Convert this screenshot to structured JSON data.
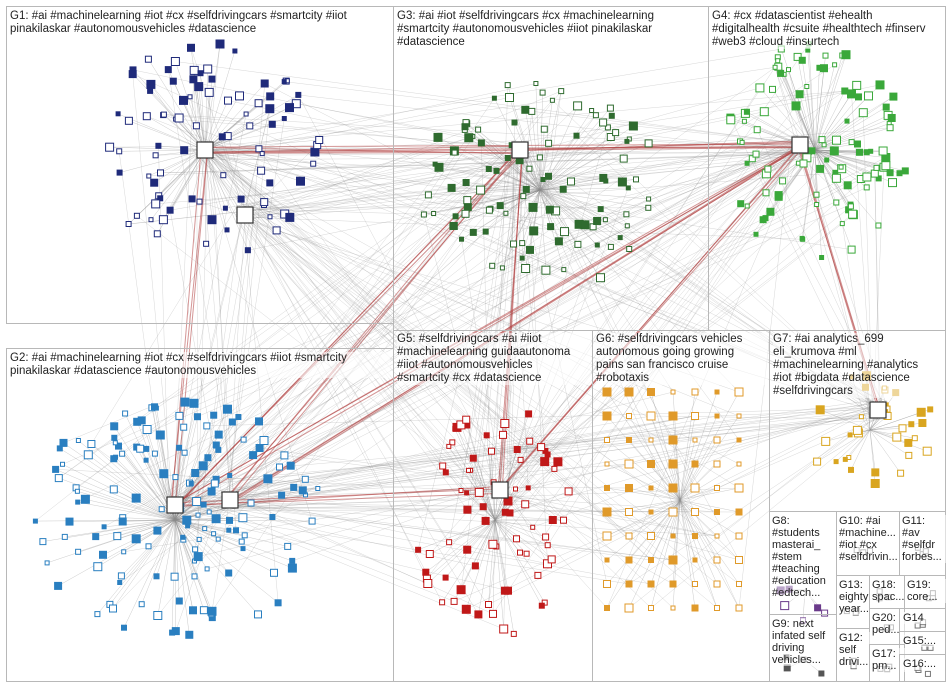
{
  "colors": {
    "edge": "#8c8c8c",
    "edge_highlight": "#b04040",
    "G1": "#1f2a7a",
    "G2": "#2a7fc0",
    "G3": "#2f6b2f",
    "G4": "#3aa83a",
    "G5": "#c01818",
    "G6": "#e09a2a",
    "G7": "#d9a520",
    "G8": "#6a3a8a",
    "G9": "#555555",
    "small": "#777777"
  },
  "groups": [
    {
      "id": "G1",
      "label": "G1: #ai #machinelearning #iot #cx #selfdrivingcars #smartcity #iiot\npinakilaskar #autonomousvehicles #datascience"
    },
    {
      "id": "G2",
      "label": "G2: #ai #machinelearning #iot #cx #selfdrivingcars #iiot #smartcity\npinakilaskar #datascience #autonomousvehicles"
    },
    {
      "id": "G3",
      "label": "G3: #ai #iot #selfdrivingcars #cx #machinelearning\n#smartcity #autonomousvehicles #iiot pinakilaskar\n#datascience"
    },
    {
      "id": "G4",
      "label": "G4: #cx #datascientist #ehealth\n#digitalhealth #csuite #healthtech #finserv\n#web3 #cloud #insurtech"
    },
    {
      "id": "G5",
      "label": "G5: #selfdrivingcars #ai #iiot\n#machinelearning guidaautonoma\n#iiot #autonomousvehicles\n#smartcity #cx #datascience"
    },
    {
      "id": "G6",
      "label": "G6: #selfdrivingcars vehicles\nautonomous going growing\npains san francisco cruise\n#robotaxis"
    },
    {
      "id": "G7",
      "label": "G7: #ai analytics_699\neli_krumova #ml\n#machinelearning #analytics\n#iot #bigdata #datascience\n#selfdrivingcars"
    },
    {
      "id": "G8",
      "label": "G8:\n#students\nmasterai_\n#stem\n#teaching\n#education\n#edtech..."
    },
    {
      "id": "G9",
      "label": "G9: next\ninfated self\ndriving\nvehicles..."
    },
    {
      "id": "G10",
      "label": "G10: #ai\n#machine...\n#iot #cx\n#selfdrivin..."
    },
    {
      "id": "G11",
      "label": "G11:\n#av\n#selfdr\nforbes..."
    },
    {
      "id": "G12",
      "label": "G12:\nself\ndrivi..."
    },
    {
      "id": "G13",
      "label": "G13:\neighty\nyear..."
    },
    {
      "id": "G14",
      "label": "G14"
    },
    {
      "id": "G15",
      "label": "G15:..."
    },
    {
      "id": "G16",
      "label": "G16:..."
    },
    {
      "id": "G17",
      "label": "G17:\npm..."
    },
    {
      "id": "G18",
      "label": "G18:\nspac..."
    },
    {
      "id": "G19",
      "label": "G19:\ncore..."
    },
    {
      "id": "G20",
      "label": "G20:\nped..."
    }
  ]
}
